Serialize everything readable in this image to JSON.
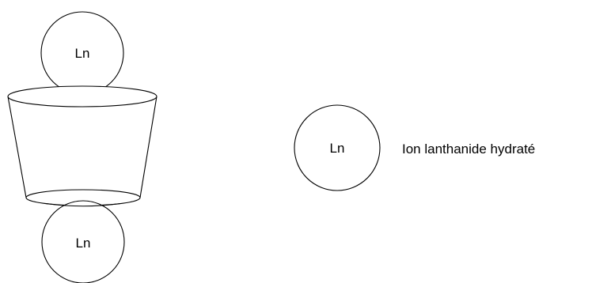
{
  "diagram": {
    "ion_symbol_top": "Ln",
    "ion_symbol_bottom": "Ln",
    "ion_symbol_legend": "Ln",
    "legend_text": "Ion lanthanide hydraté"
  },
  "colors": {
    "stroke": "#000000",
    "background": "#ffffff"
  }
}
